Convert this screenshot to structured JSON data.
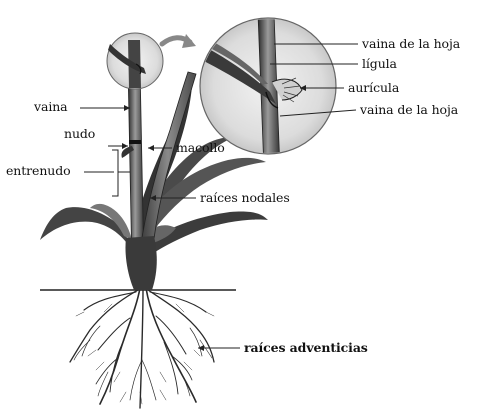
{
  "diagram": {
    "labels": {
      "vaina_hoja_top": "vaina de la hoja",
      "ligula": "lígula",
      "auricula": "aurícula",
      "vaina_hoja_bottom": "vaina de la hoja",
      "vaina": "vaina",
      "nudo": "nudo",
      "macollo": "macollo",
      "entrenudo": "entrenudo",
      "raices_nodales": "raíces nodales",
      "raices_adventicias": "raíces adventicias"
    }
  }
}
